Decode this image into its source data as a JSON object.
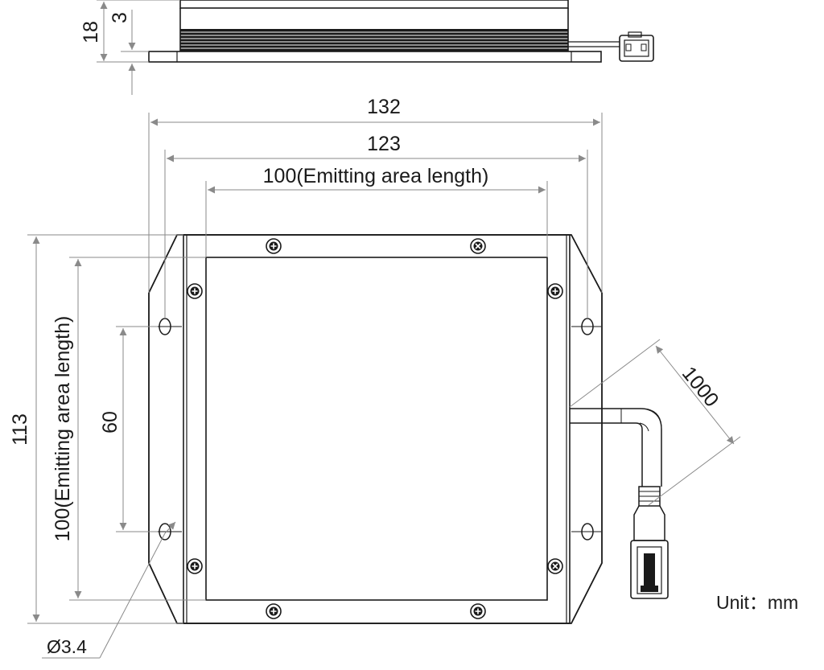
{
  "dimensions": {
    "overall_width": "132",
    "hole_spacing_width": "123",
    "emitting_width": "100(Emitting area length)",
    "overall_height": "113",
    "emitting_height": "100(Emitting area length)",
    "hole_spacing_height": "60",
    "total_thickness": "18",
    "base_thickness": "3",
    "cable_length": "1000",
    "hole_diameter": "Ø3.4"
  },
  "unit_label": "Unit：mm",
  "colors": {
    "line": "#1a1a1a",
    "dimension": "#8a8a8a",
    "background": "#ffffff"
  }
}
